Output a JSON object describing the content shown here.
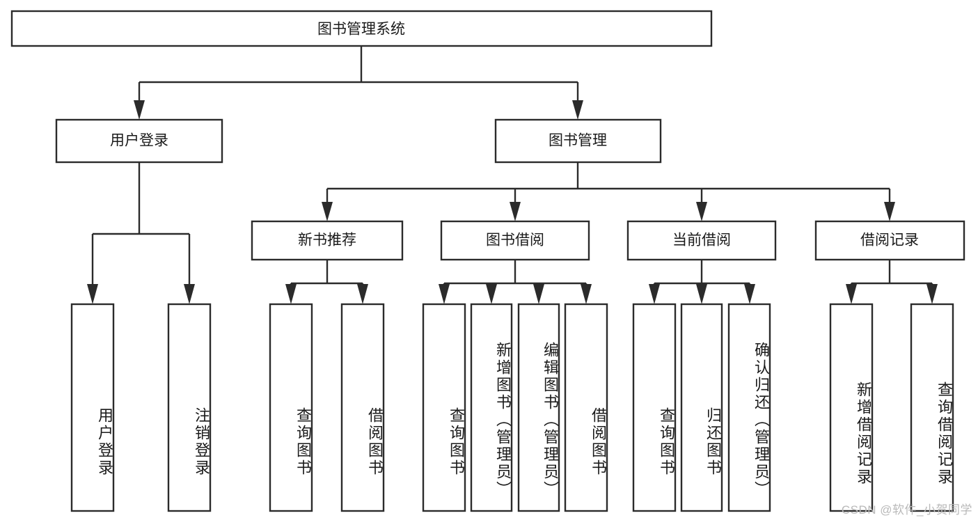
{
  "diagram": {
    "type": "tree-hierarchy-chart",
    "title": "图书管理系统",
    "watermark": "CSDN @软件_小贺同学",
    "orientation": "top-down",
    "levels": 4,
    "colors": {
      "box_fill": "#ffffff",
      "box_stroke": "#2b2b2b",
      "connector": "#2b2b2b",
      "text": "#1a1a1a",
      "watermark": "#b9b9b9",
      "background": "#ffffff"
    },
    "root": {
      "label": "图书管理系统"
    },
    "level2": [
      {
        "label": "用户登录"
      },
      {
        "label": "图书管理"
      }
    ],
    "level3": [
      {
        "label": "新书推荐"
      },
      {
        "label": "图书借阅"
      },
      {
        "label": "当前借阅"
      },
      {
        "label": "借阅记录"
      }
    ],
    "leaves": {
      "user_login": [
        {
          "label": "用户登录"
        },
        {
          "label": "注销登录"
        }
      ],
      "new_book_recommend": [
        {
          "label": "查询图书"
        },
        {
          "label": "借阅图书"
        }
      ],
      "book_borrow": [
        {
          "label": "查询图书"
        },
        {
          "label": "新增图书（管理员）"
        },
        {
          "label": "编辑图书（管理员）"
        },
        {
          "label": "借阅图书"
        }
      ],
      "current_borrow": [
        {
          "label": "查询图书"
        },
        {
          "label": "归还图书"
        },
        {
          "label": "确认归还（管理员）"
        }
      ],
      "borrow_record": [
        {
          "label": "新增借阅记录"
        },
        {
          "label": "查询借阅记录"
        }
      ]
    }
  }
}
